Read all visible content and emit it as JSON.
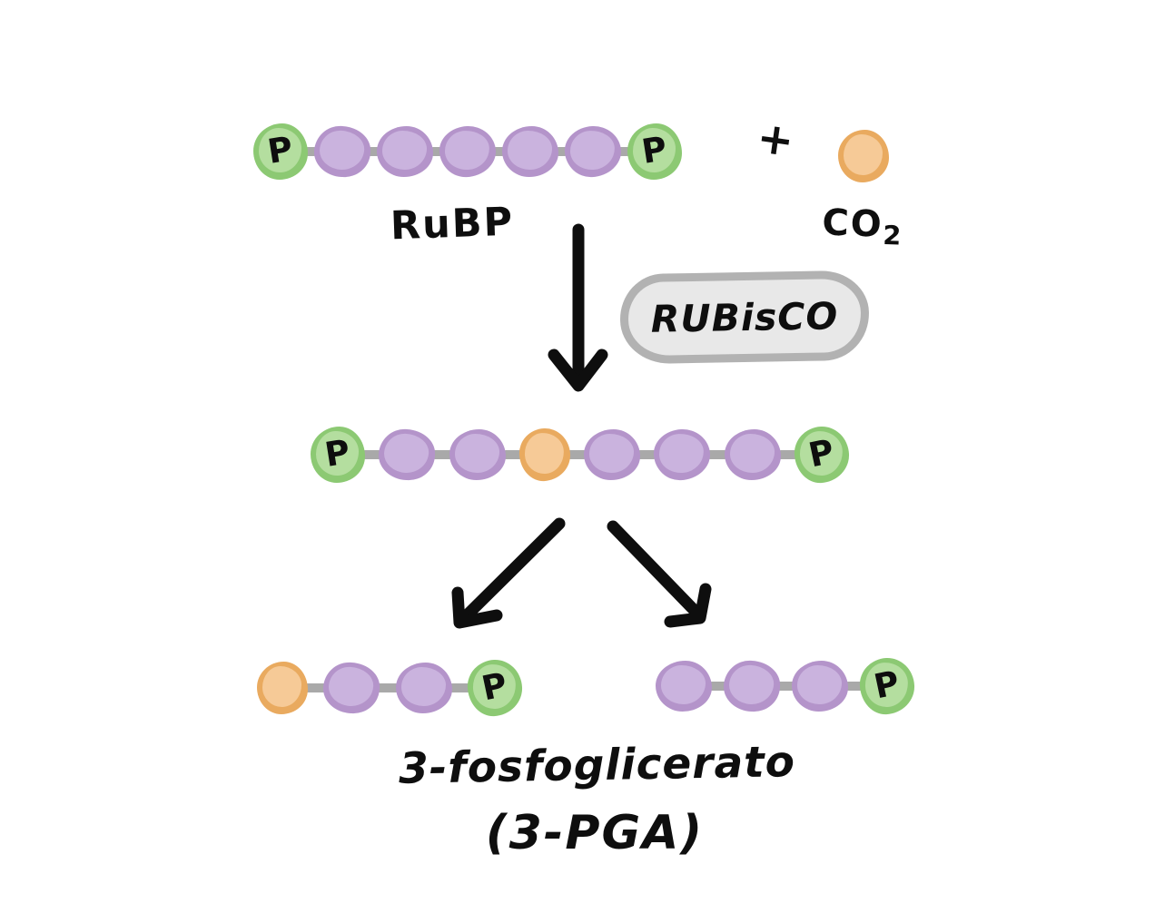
{
  "diagram": {
    "reactant_label": "RuBP",
    "plus_sign": "+",
    "co2_base": "CO",
    "co2_sub": "2",
    "enzyme_label": "RUBisCO",
    "product_name": "3-fosfoglicerato",
    "product_abbr": "(3-PGA)",
    "phosphate_symbol": "P"
  },
  "molecules": {
    "rubp": {
      "beads": [
        "phosphate",
        "carbon",
        "carbon",
        "carbon",
        "carbon",
        "carbon",
        "phosphate"
      ]
    },
    "co2": {
      "beads": [
        "co2"
      ]
    },
    "intermediate": {
      "beads": [
        "phosphate",
        "carbon",
        "carbon",
        "co2",
        "carbon",
        "carbon",
        "carbon",
        "phosphate"
      ]
    },
    "pga_left": {
      "beads": [
        "co2",
        "carbon",
        "carbon",
        "phosphate"
      ]
    },
    "pga_right": {
      "beads": [
        "carbon",
        "carbon",
        "carbon",
        "phosphate"
      ]
    }
  },
  "colors": {
    "phosphate_outer": "#8cc973",
    "phosphate_inner": "#b4de9f",
    "carbon_outer": "#b494ca",
    "carbon_inner": "#cab3de",
    "co2_outer": "#e9aa5f",
    "co2_inner": "#f6ca97",
    "bond": "#a9a9a9",
    "enzyme_fill": "#e8e8e8",
    "enzyme_border": "#b2b2b2",
    "ink": "#0e0e0e"
  }
}
